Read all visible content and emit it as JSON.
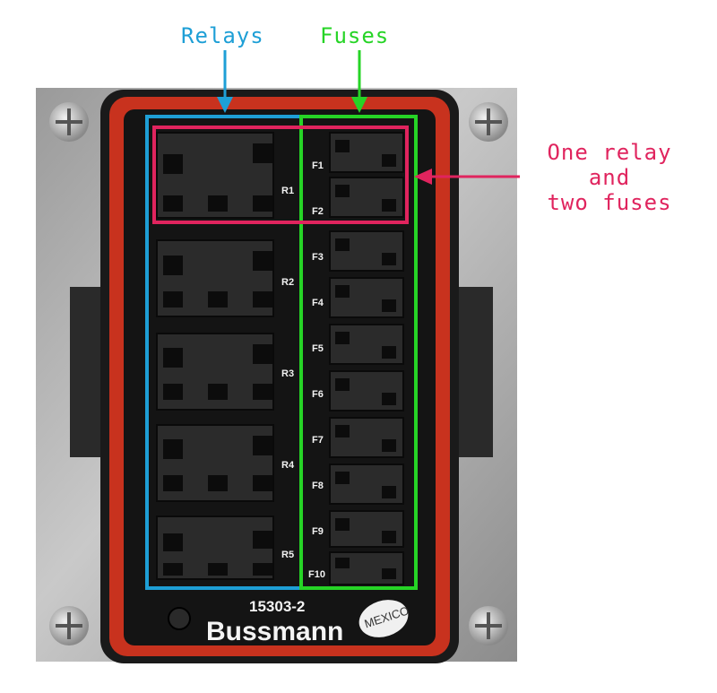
{
  "annotations": {
    "relays": "Relays",
    "fuses": "Fuses",
    "callout": [
      "One relay",
      "and",
      "two fuses"
    ]
  },
  "relay_labels": [
    "R1",
    "R2",
    "R3",
    "R4",
    "R5"
  ],
  "fuse_labels": [
    "F1",
    "F2",
    "F3",
    "F4",
    "F5",
    "F6",
    "F7",
    "F8",
    "F9",
    "F10"
  ],
  "part_number": "15303-2",
  "brand": "Bussmann",
  "origin_stamp": "MEXICO",
  "colors": {
    "relays_box": "#1e9fd6",
    "fuses_box": "#26d426",
    "callout_box": "#e0245e",
    "housing_red": "#c8321e",
    "panel_black": "#141414"
  }
}
